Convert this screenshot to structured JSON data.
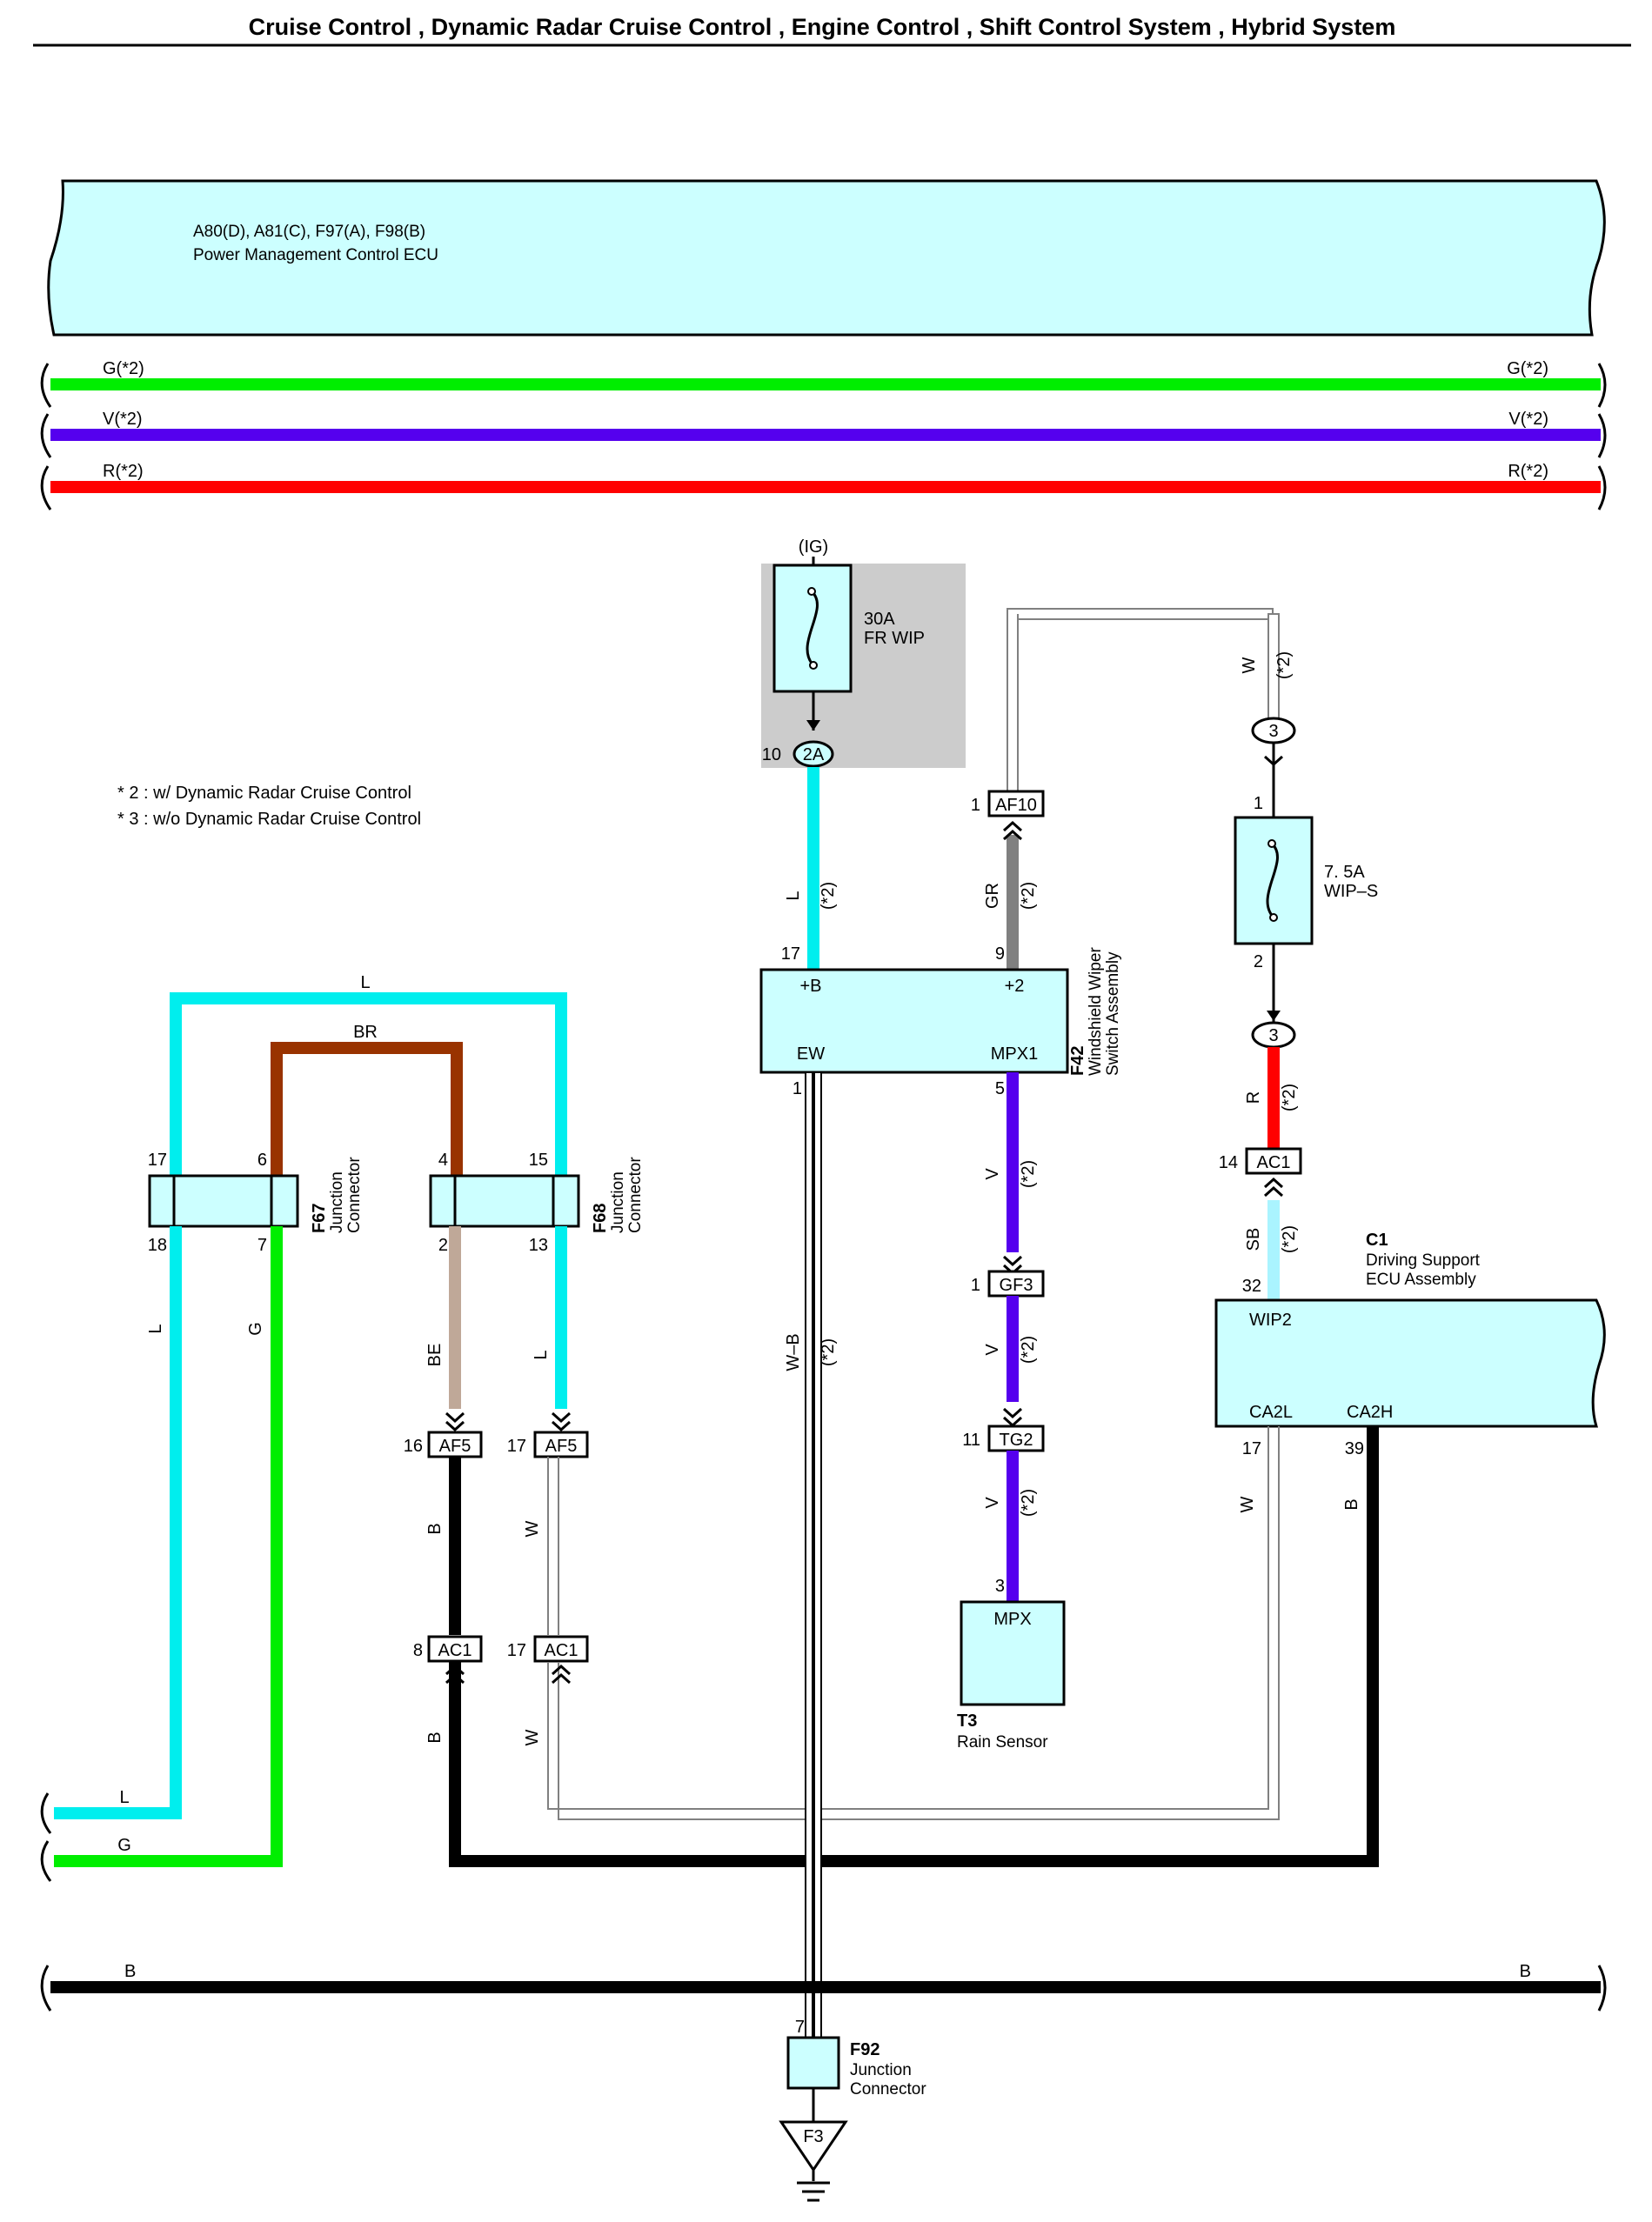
{
  "header": {
    "title": "Cruise Control , Dynamic Radar Cruise Control , Engine Control , Shift Control System , Hybrid System"
  },
  "colors": {
    "component_fill": "#ccffff",
    "G": "#00ee00",
    "V": "#5500ee",
    "R": "#ff0000",
    "L": "#00eeee",
    "BR": "#993300",
    "BE": "#bfa898",
    "GR": "#808080",
    "SB": "#aaf4ff",
    "B": "#000000",
    "W": "#ffffff",
    "fuse_box": "#cccccc"
  },
  "ecu_pmc": {
    "codes": "A80(D), A81(C), F97(A), F98(B)",
    "name": "Power Management Control ECU"
  },
  "bus_wires": [
    {
      "left": "G(*2)",
      "right": "G(*2)"
    },
    {
      "left": "V(*2)",
      "right": "V(*2)"
    },
    {
      "left": "R(*2)",
      "right": "R(*2)"
    }
  ],
  "bus_bottom": {
    "left": "B",
    "right": "B"
  },
  "notes": [
    "* 2 : w/ Dynamic Radar Cruise Control",
    "* 3 : w/o Dynamic Radar Cruise Control"
  ],
  "fuse_fr_wip": {
    "source": "(IG)",
    "rating": "30A",
    "name": "FR WIP",
    "conn": "2A",
    "pin": "10"
  },
  "fuse_wip_s": {
    "rating": "7. 5A",
    "name": "WIP–S",
    "pin_top": "1",
    "pin_bottom": "2",
    "conn": "3"
  },
  "switch": {
    "code": "F42",
    "line1": "Windshield Wiper",
    "line2": "Switch Assembly",
    "plusb": "+B",
    "plus2": "+2",
    "ew": "EW",
    "mpx1": "MPX1",
    "pin_plusb": "17",
    "pin_plus2": "9",
    "pin_ew": "1",
    "pin_mpx1": "5"
  },
  "f67": {
    "code": "F67",
    "line1": "Junction",
    "line2": "Connector",
    "pin17": "17",
    "pin6": "6",
    "pin18": "18",
    "pin7": "7"
  },
  "f68": {
    "code": "F68",
    "line1": "Junction",
    "line2": "Connector",
    "pin4": "4",
    "pin15": "15",
    "pin2": "2",
    "pin13": "13"
  },
  "f92": {
    "code": "F92",
    "line1": "Junction",
    "line2": "Connector",
    "pin": "7",
    "ground": "F3"
  },
  "rain_sensor": {
    "code": "T3",
    "name": "Rain Sensor",
    "term": "MPX",
    "pin": "3"
  },
  "ecu_ds": {
    "code": "C1",
    "line1": "Driving Support",
    "line2": "ECU Assembly",
    "wip2": "WIP2",
    "ca2l": "CA2L",
    "ca2h": "CA2H",
    "pin_wip2": "32",
    "pin_ca2l": "17",
    "pin_ca2h": "39"
  },
  "connectors": {
    "af10": {
      "name": "AF10",
      "pin": "1"
    },
    "ac1_top": {
      "name": "AC1",
      "pin": "14"
    },
    "gf3": {
      "name": "GF3",
      "pin": "1"
    },
    "tg2": {
      "name": "TG2",
      "pin": "11"
    },
    "af5_a": {
      "name": "AF5",
      "pin": "16"
    },
    "af5_b": {
      "name": "AF5",
      "pin": "17"
    },
    "ac1_a": {
      "name": "AC1",
      "pin": "8"
    },
    "ac1_b": {
      "name": "AC1",
      "pin": "17"
    }
  },
  "wire_labels": {
    "l_top": "L",
    "br_top": "BR",
    "l_f67": "L",
    "g_f67": "G",
    "be_f68": "BE",
    "l_f68": "L",
    "b_af5": "B",
    "w_af5": "W",
    "b_ac1": "B",
    "w_ac1": "W",
    "l_bus": "L",
    "g_bus": "G",
    "l_fuse": "L",
    "gr_af10": "GR",
    "wb_ew": "W–B",
    "v1": "V",
    "v2": "V",
    "v3": "V",
    "w_top": "W",
    "r_top": "R",
    "sb": "SB",
    "w_ca2l": "W",
    "b_ca2h": "B",
    "star2": "(*2)"
  }
}
